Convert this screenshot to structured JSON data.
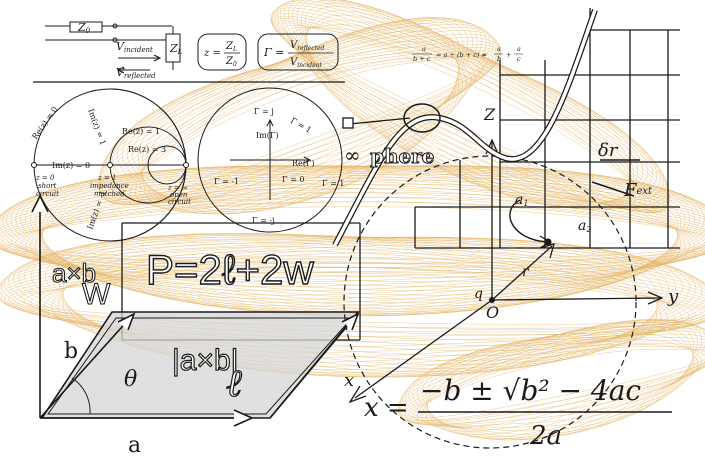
{
  "colors": {
    "ink": "#1a1a1a",
    "orange": "#e0a648",
    "orange_light": "#f4d9a6",
    "gray_fill": "#d6d6d6"
  },
  "top_left": {
    "z0": "Z",
    "z0_sub": "0",
    "v_incident": "V",
    "v_incident_sub": "incident",
    "v_reflected": "V",
    "v_reflected_sub": "reflected",
    "zl": "Z",
    "zl_sub": "L",
    "z_eq": "z =",
    "z_frac_top": "Z",
    "z_frac_top_sub": "L",
    "z_frac_bot": "Z",
    "z_frac_bot_sub": "0",
    "gamma_eq": "Γ =",
    "gamma_top": "V",
    "gamma_top_sub": "reflected",
    "gamma_bot": "V",
    "gamma_bot_sub": "incident"
  },
  "fraction_rule": {
    "a1": "a",
    "bc1": "b + c",
    "neq": "= a ÷ (b + c) ≠",
    "a2": "a",
    "b2": "b",
    "plus": "+",
    "a3": "a",
    "c3": "c"
  },
  "smith_left": {
    "re0": "Re(z) = 0",
    "im0": "Im(z) = 0",
    "im1": "Im(z) = 1",
    "re1": "Re(z) = 1",
    "re3": "Re(z) = 3",
    "imneg1": "Im(z) = -1",
    "short_z": "z = 0",
    "short_label": "short",
    "short_label2": "circuit",
    "matched_z": "z = 1",
    "matched_label": "impedance",
    "matched_label2": "matched",
    "open_z": "z = ∞",
    "open_label": "open",
    "open_label2": "circuit"
  },
  "smith_right": {
    "gamma_j": "Γ = j",
    "im_gamma": "Im(Γ)",
    "re_gamma": "Re(Γ)",
    "gamma_neg1": "Γ = -1",
    "gamma_0": "Γ = 0",
    "gamma_1": "Γ = 1",
    "gamma_negj": "Γ = -j",
    "gamma_1b": "Γ = 1"
  },
  "formulas": {
    "axb": "a×b",
    "w": "W",
    "perimeter": "P=2ℓ+2w",
    "abs_cross": "|a×b|",
    "l_script": "ℓ",
    "theta": "θ",
    "b_side": "b",
    "a_side": "a",
    "infinity": "∞",
    "sphere": "phere",
    "quad_x": "x =",
    "quad_num": "−b ± √b² − 4ac",
    "quad_den": "2a",
    "x_axis": "x",
    "y_axis": "y",
    "q_label": "q",
    "o_label": "O",
    "r_vec": "r",
    "delta_r": "δr",
    "f_ext": "F",
    "f_ext_sub": "ext",
    "a1": "a",
    "a1_sub": "1",
    "a2": "a",
    "a2_sub": "2",
    "z_knob": "Z"
  }
}
